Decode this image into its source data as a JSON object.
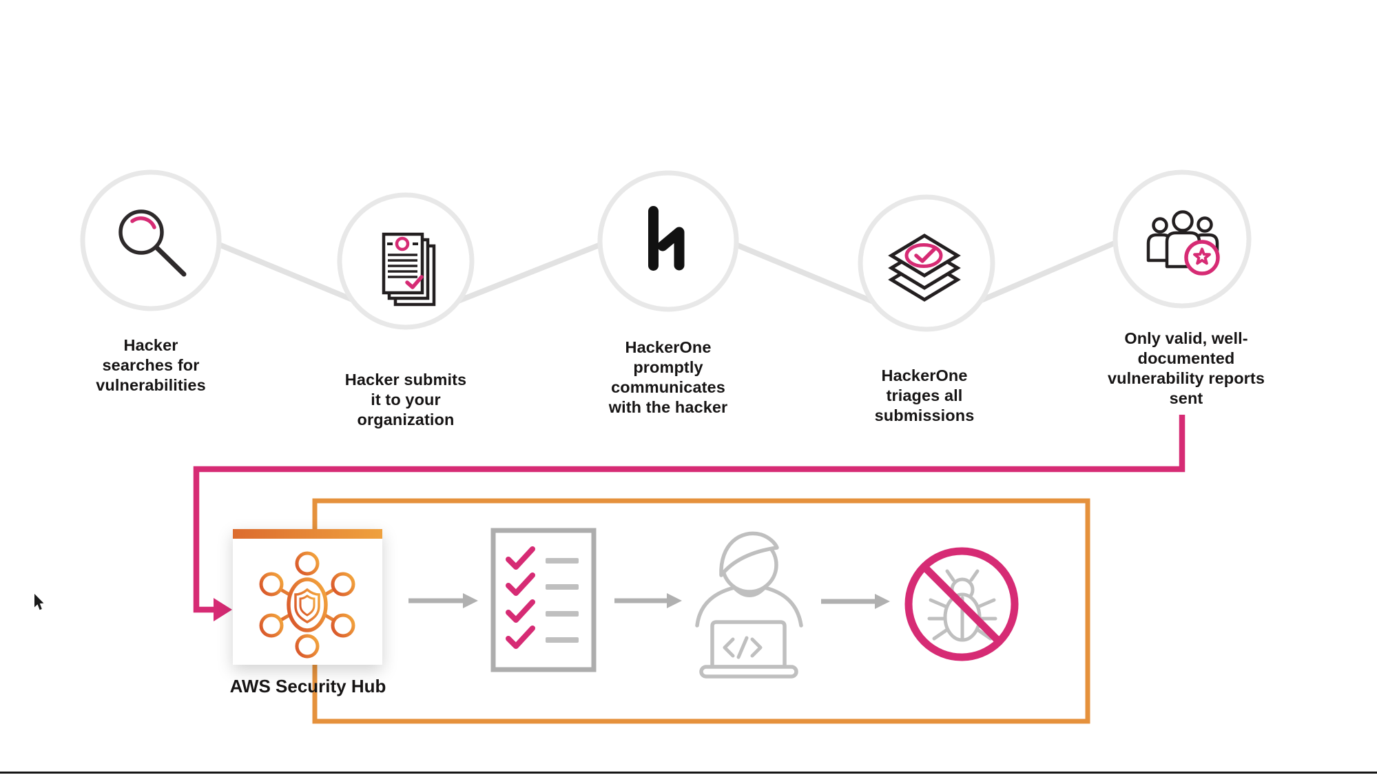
{
  "steps": [
    {
      "icon": "search-icon",
      "label": "Hacker\nsearches for\nvulnerabilities"
    },
    {
      "icon": "report-documents-icon",
      "label": "Hacker submits\nit to your\norganization"
    },
    {
      "icon": "hackerone-logo-icon",
      "label": "HackerOne\npromptly\ncommunicates\nwith the hacker"
    },
    {
      "icon": "triage-layers-icon",
      "label": "HackerOne\ntriages all\nsubmissions"
    },
    {
      "icon": "hackers-group-icon",
      "label": "Only valid, well-\ndocumented\nvulnerability reports\nsent"
    }
  ],
  "aws": {
    "label": "AWS Security Hub"
  },
  "pipeline_icons": [
    "aws-security-hub-icon",
    "checklist-icon",
    "analyst-at-laptop-icon",
    "no-bug-icon"
  ],
  "colors": {
    "pink": "#d62b74",
    "orange_box": "#e5913c",
    "orange_gradient_start": "#d9572b",
    "orange_gradient_end": "#f2a33c",
    "circle_gray": "#e8e8e8",
    "connector_gray": "#e2e2e2",
    "icon_gray": "#bfbfbf",
    "arrow_gray": "#b0b0b0",
    "ink": "#1c1a1b"
  }
}
